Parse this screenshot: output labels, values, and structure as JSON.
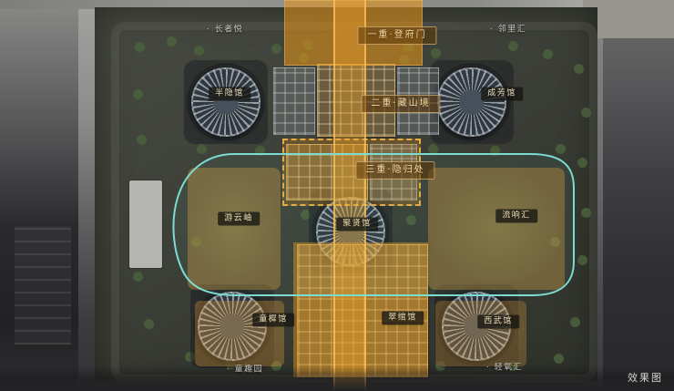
{
  "watermark": "效果图",
  "corner_labels": {
    "top_left": "· 长者悦",
    "top_right": "· 邻里汇",
    "bottom_left": "· 童趣园",
    "bottom_right": "· 轻氧汇"
  },
  "axis_zones": [
    {
      "label": "一重·登府门"
    },
    {
      "label": "二重·藏山境"
    },
    {
      "label": "三重·隐归处"
    }
  ],
  "building_labels": [
    {
      "label": "半隐馆"
    },
    {
      "label": "成芳馆"
    },
    {
      "label": "游云岫"
    },
    {
      "label": "聚贤馆"
    },
    {
      "label": "流响汇"
    },
    {
      "label": "童樨馆"
    },
    {
      "label": "翠绾馆"
    },
    {
      "label": "西武馆"
    }
  ],
  "colors": {
    "axis_orange": "#ee9f23",
    "boundary_teal": "#7ddcd2",
    "label_gold": "#eadcb4"
  }
}
